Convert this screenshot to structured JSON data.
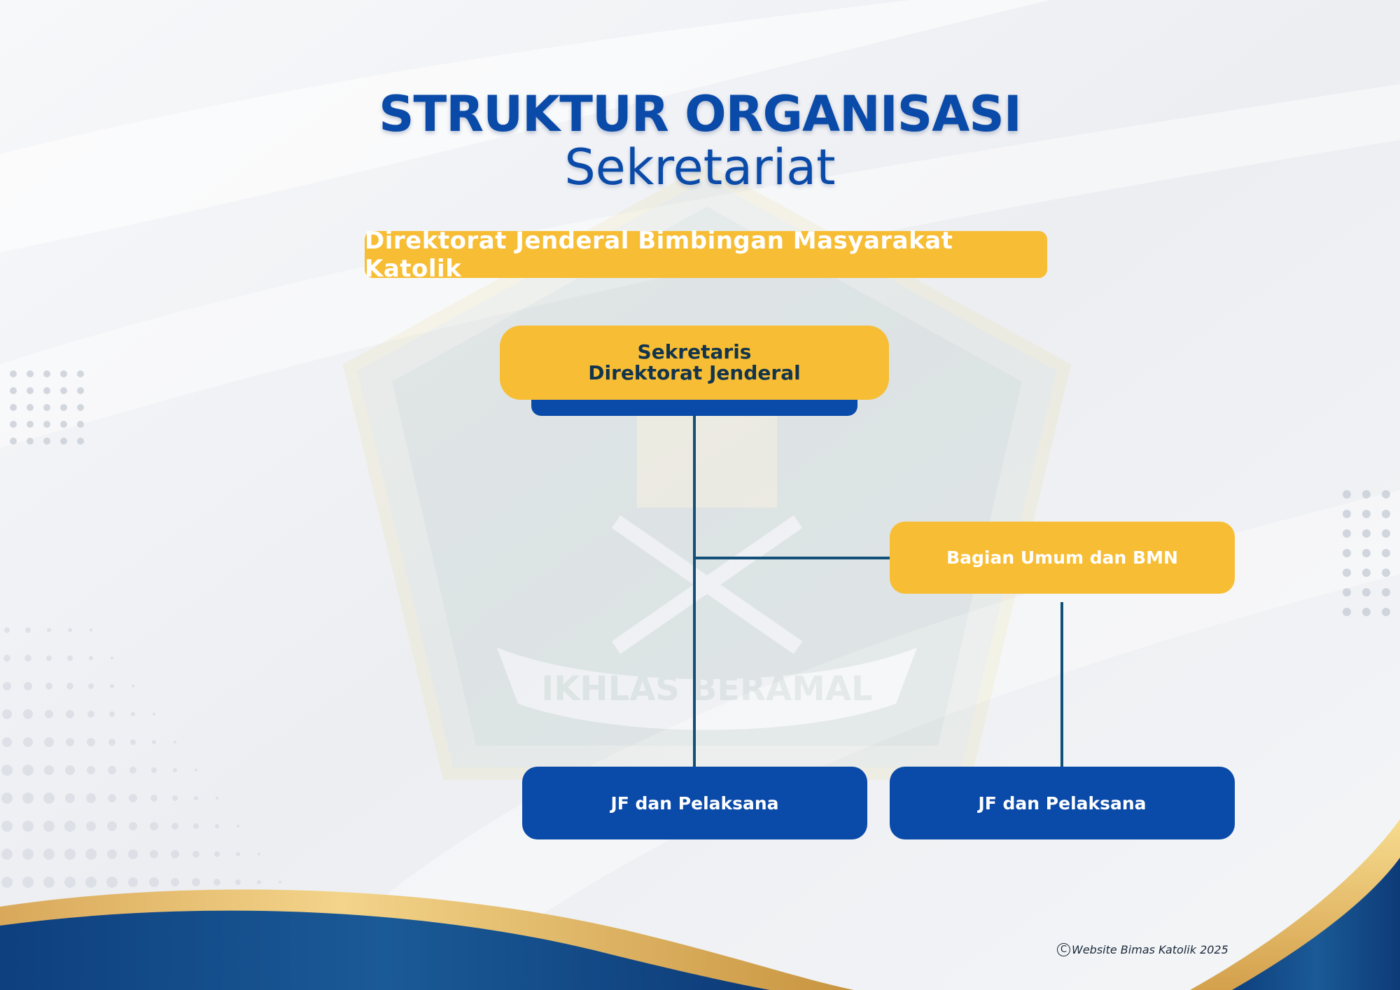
{
  "header": {
    "title": "STRUKTUR ORGANISASI",
    "subtitle": "Sekretariat"
  },
  "banner": {
    "label": "Direktorat Jenderal Bimbingan Masyarakat Katolik"
  },
  "org_chart": {
    "root": {
      "line1": "Sekretaris",
      "line2": "Direktorat Jenderal"
    },
    "branch": {
      "label": "Bagian Umum dan BMN"
    },
    "leaves": [
      {
        "label": "JF dan Pelaksana"
      },
      {
        "label": "JF dan Pelaksana"
      }
    ]
  },
  "watermark": {
    "motto": "IKHLAS BERAMAL"
  },
  "footer": {
    "copyright_symbol": "C",
    "credit": "Website Bimas Katolik 2025"
  },
  "colors": {
    "navy": "#0a4aa8",
    "gold": "#f7bd34",
    "connector": "#12507a",
    "background": "#eef0f4"
  }
}
